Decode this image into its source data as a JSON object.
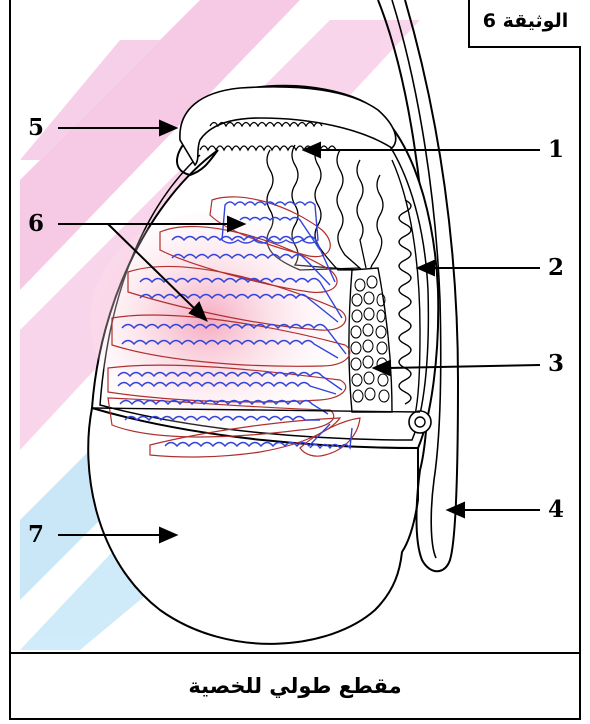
{
  "document_title": "الوثيقة 6",
  "caption": "مقطع طولي للخصية",
  "labels": {
    "l1": "1",
    "l2": "2",
    "l3": "3",
    "l4": "4",
    "l5": "5",
    "l6": "6",
    "l7": "7"
  },
  "colors": {
    "outline": "#000000",
    "tubule": "#3344dd",
    "lobule_border": "#b03030",
    "watermark_a": "#ea8fc4",
    "watermark_b": "#7fc8ec"
  }
}
